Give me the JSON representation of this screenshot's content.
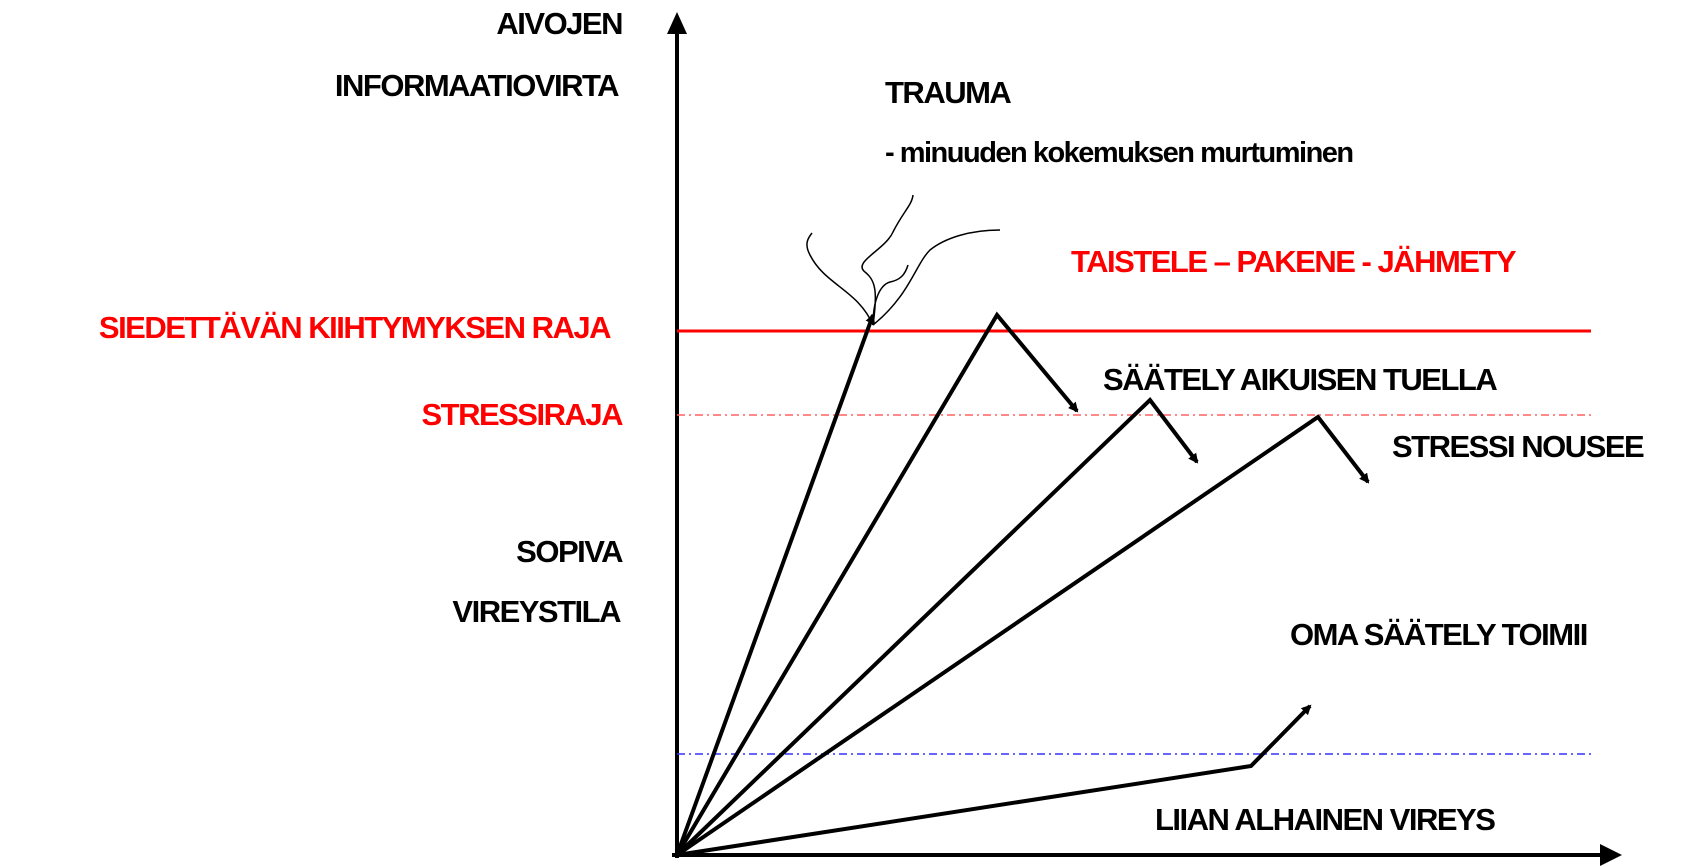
{
  "axis": {
    "y_label_line1": "AIVOJEN",
    "y_label_line2": "INFORMAATIOVIRTA"
  },
  "levels": {
    "limit_label": "SIEDETTÄVÄN KIIHTYMYKSEN RAJA",
    "stress_label": "STRESSIRAJA",
    "suitable_line1": "SOPIVA",
    "suitable_line2": "VIREYSTILA"
  },
  "annotations": {
    "trauma_title": "TRAUMA",
    "trauma_desc": "- minuuden kokemuksen murtuminen",
    "fight_flight": "TAISTELE – PAKENE - JÄHMETY",
    "adult_regulation": "SÄÄTELY AIKUISEN  TUELLA",
    "stress_rises": "STRESSI NOUSEE",
    "self_regulation": "OMA SÄÄTELY TOIMII",
    "too_low": "LIIAN ALHAINEN VIREYS"
  },
  "colors": {
    "axis": "#000000",
    "limit_line": "#ff0000",
    "stress_line": "#ff0000",
    "low_line": "#0000ff",
    "text": "#000000",
    "alert_text": "#ff0000"
  }
}
